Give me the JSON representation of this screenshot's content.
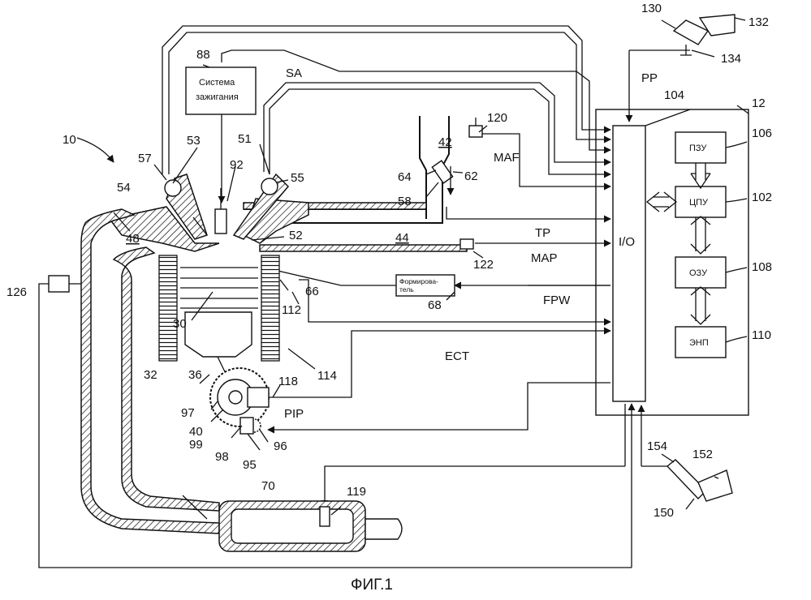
{
  "labels": {
    "n10": "10",
    "n12": "12",
    "n30": "30",
    "n32": "32",
    "n36": "36",
    "n40": "40",
    "n42": "42",
    "n44": "44",
    "n48": "48",
    "n51": "51",
    "n52": "52",
    "n53": "53",
    "n54": "54",
    "n55": "55",
    "n57": "57",
    "n58": "58",
    "n62": "62",
    "n64": "64",
    "n66": "66",
    "n68": "68",
    "n70": "70",
    "n88": "88",
    "n92": "92",
    "n95": "95",
    "n96": "96",
    "n97": "97",
    "n98": "98",
    "n99": "99",
    "n102": "102",
    "n104": "104",
    "n106": "106",
    "n108": "108",
    "n110": "110",
    "n112": "112",
    "n114": "114",
    "n118": "118",
    "n119": "119",
    "n120": "120",
    "n122": "122",
    "n126": "126",
    "n130": "130",
    "n132": "132",
    "n134": "134",
    "n150": "150",
    "n152": "152",
    "n154": "154"
  },
  "signals": {
    "sa": "SA",
    "pp": "PP",
    "maf": "MAF",
    "tp": "TP",
    "map": "MAP",
    "fpw": "FPW",
    "ect": "ECT",
    "pip": "PIP"
  },
  "blocks": {
    "ignition_line1": "Система",
    "ignition_line2": "зажигания",
    "driver_line1": "Формирова-",
    "driver_line2": "тель",
    "io": "I/O",
    "rom": "ПЗУ",
    "cpu": "ЦПУ",
    "ram": "ОЗУ",
    "kam": "ЭНП"
  },
  "caption": "ФИГ.1"
}
